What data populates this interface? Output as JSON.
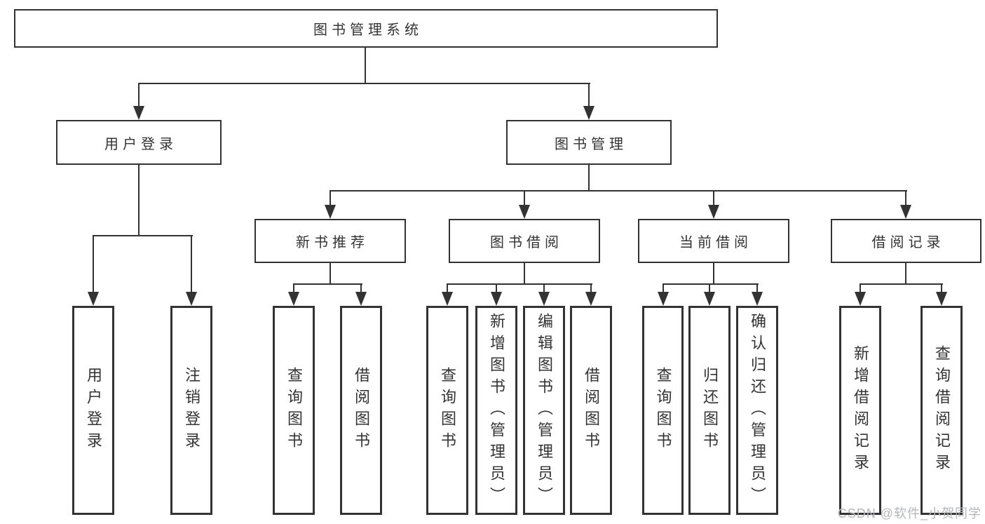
{
  "diagram": {
    "root": {
      "label": "图书管理系统"
    },
    "level2": [
      {
        "label": "用户登录"
      },
      {
        "label": "图书管理"
      }
    ],
    "level3": [
      {
        "label": "新书推荐"
      },
      {
        "label": "图书借阅"
      },
      {
        "label": "当前借阅"
      },
      {
        "label": "借阅记录"
      }
    ],
    "leaves": {
      "user": [
        "用户登录",
        "注销登录"
      ],
      "recommend": [
        "查询图书",
        "借阅图书"
      ],
      "borrow": [
        "查询图书",
        "新增图书（管理员）",
        "编辑图书（管理员）",
        "借阅图书"
      ],
      "current": [
        "查询图书",
        "归还图书",
        "确认归还（管理员）"
      ],
      "records": [
        "新增借阅记录",
        "查询借阅记录"
      ]
    }
  },
  "watermark": {
    "text": "CSDN @软件_小贺同学",
    "color": "#b3b6ba"
  },
  "colors": {
    "line": "#333333",
    "box_border": "#333333",
    "background": "#ffffff",
    "text": "#333333"
  }
}
